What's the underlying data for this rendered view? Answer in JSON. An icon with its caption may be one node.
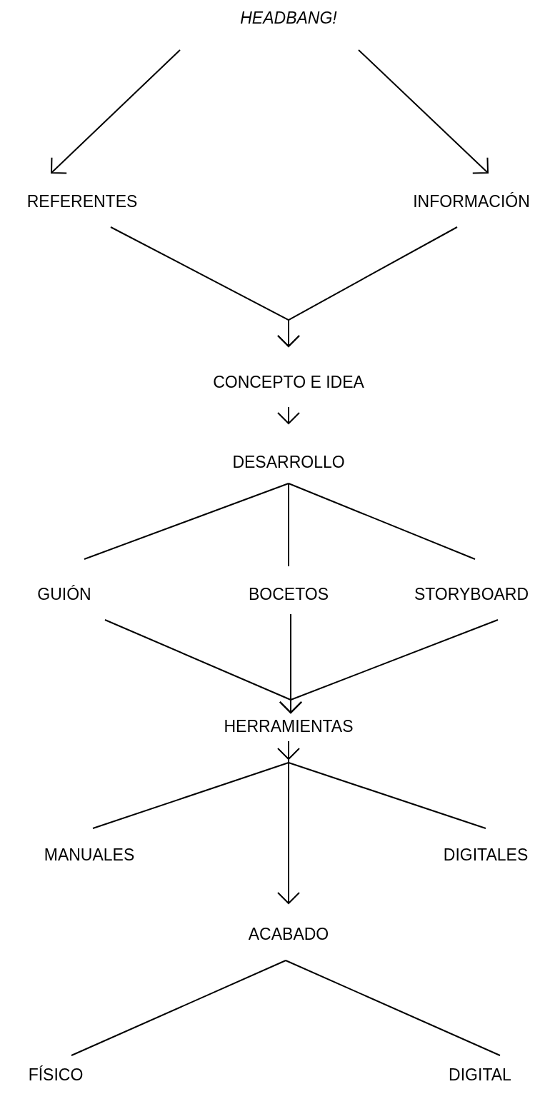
{
  "diagram": {
    "nodes": [
      {
        "text": [
          "HEADBANG!"
        ]
      },
      {
        "text": [
          "REFERENTES"
        ]
      },
      {
        "text": [
          "INFORMACIÓN"
        ]
      },
      {
        "text": [
          "CONCEPTO E IDEA"
        ]
      },
      {
        "text": [
          "DESARROLLO"
        ]
      },
      {
        "text": [
          "GUIÓN"
        ]
      },
      {
        "text": [
          "BOCETOS"
        ]
      },
      {
        "text": [
          "STORYBOARD"
        ]
      },
      {
        "text": [
          "HERRAMIENTAS"
        ]
      },
      {
        "text": [
          "MANUALES"
        ]
      },
      {
        "text": [
          "DIGITALES"
        ]
      },
      {
        "text": [
          "ACABADO"
        ]
      },
      {
        "text": [
          "FÍSICO"
        ]
      },
      {
        "text": [
          "DIGITAL"
        ]
      }
    ],
    "edges": [
      {
        "from": 0,
        "to": 1,
        "arrow": "to"
      },
      {
        "from": 0,
        "to": 2,
        "arrow": "to"
      },
      {
        "from": 1,
        "to": 3,
        "arrow": "to"
      },
      {
        "from": 2,
        "to": 3,
        "arrow": "to"
      },
      {
        "from": 3,
        "to": 4,
        "arrow": "to"
      },
      {
        "from": 4,
        "to": 5,
        "arrow": "none"
      },
      {
        "from": 4,
        "to": 6,
        "arrow": "none"
      },
      {
        "from": 4,
        "to": 7,
        "arrow": "none"
      },
      {
        "from": 5,
        "to": 8,
        "arrow": "to"
      },
      {
        "from": 6,
        "to": 8,
        "arrow": "to"
      },
      {
        "from": 7,
        "to": 8,
        "arrow": "to"
      },
      {
        "from": 8,
        "to": 11,
        "arrow": "to"
      },
      {
        "from": 8,
        "to": 9,
        "arrow": "none"
      },
      {
        "from": 8,
        "to": 10,
        "arrow": "none"
      },
      {
        "from": 11,
        "to": 12,
        "arrow": "none"
      },
      {
        "from": 11,
        "to": 13,
        "arrow": "none"
      }
    ]
  }
}
